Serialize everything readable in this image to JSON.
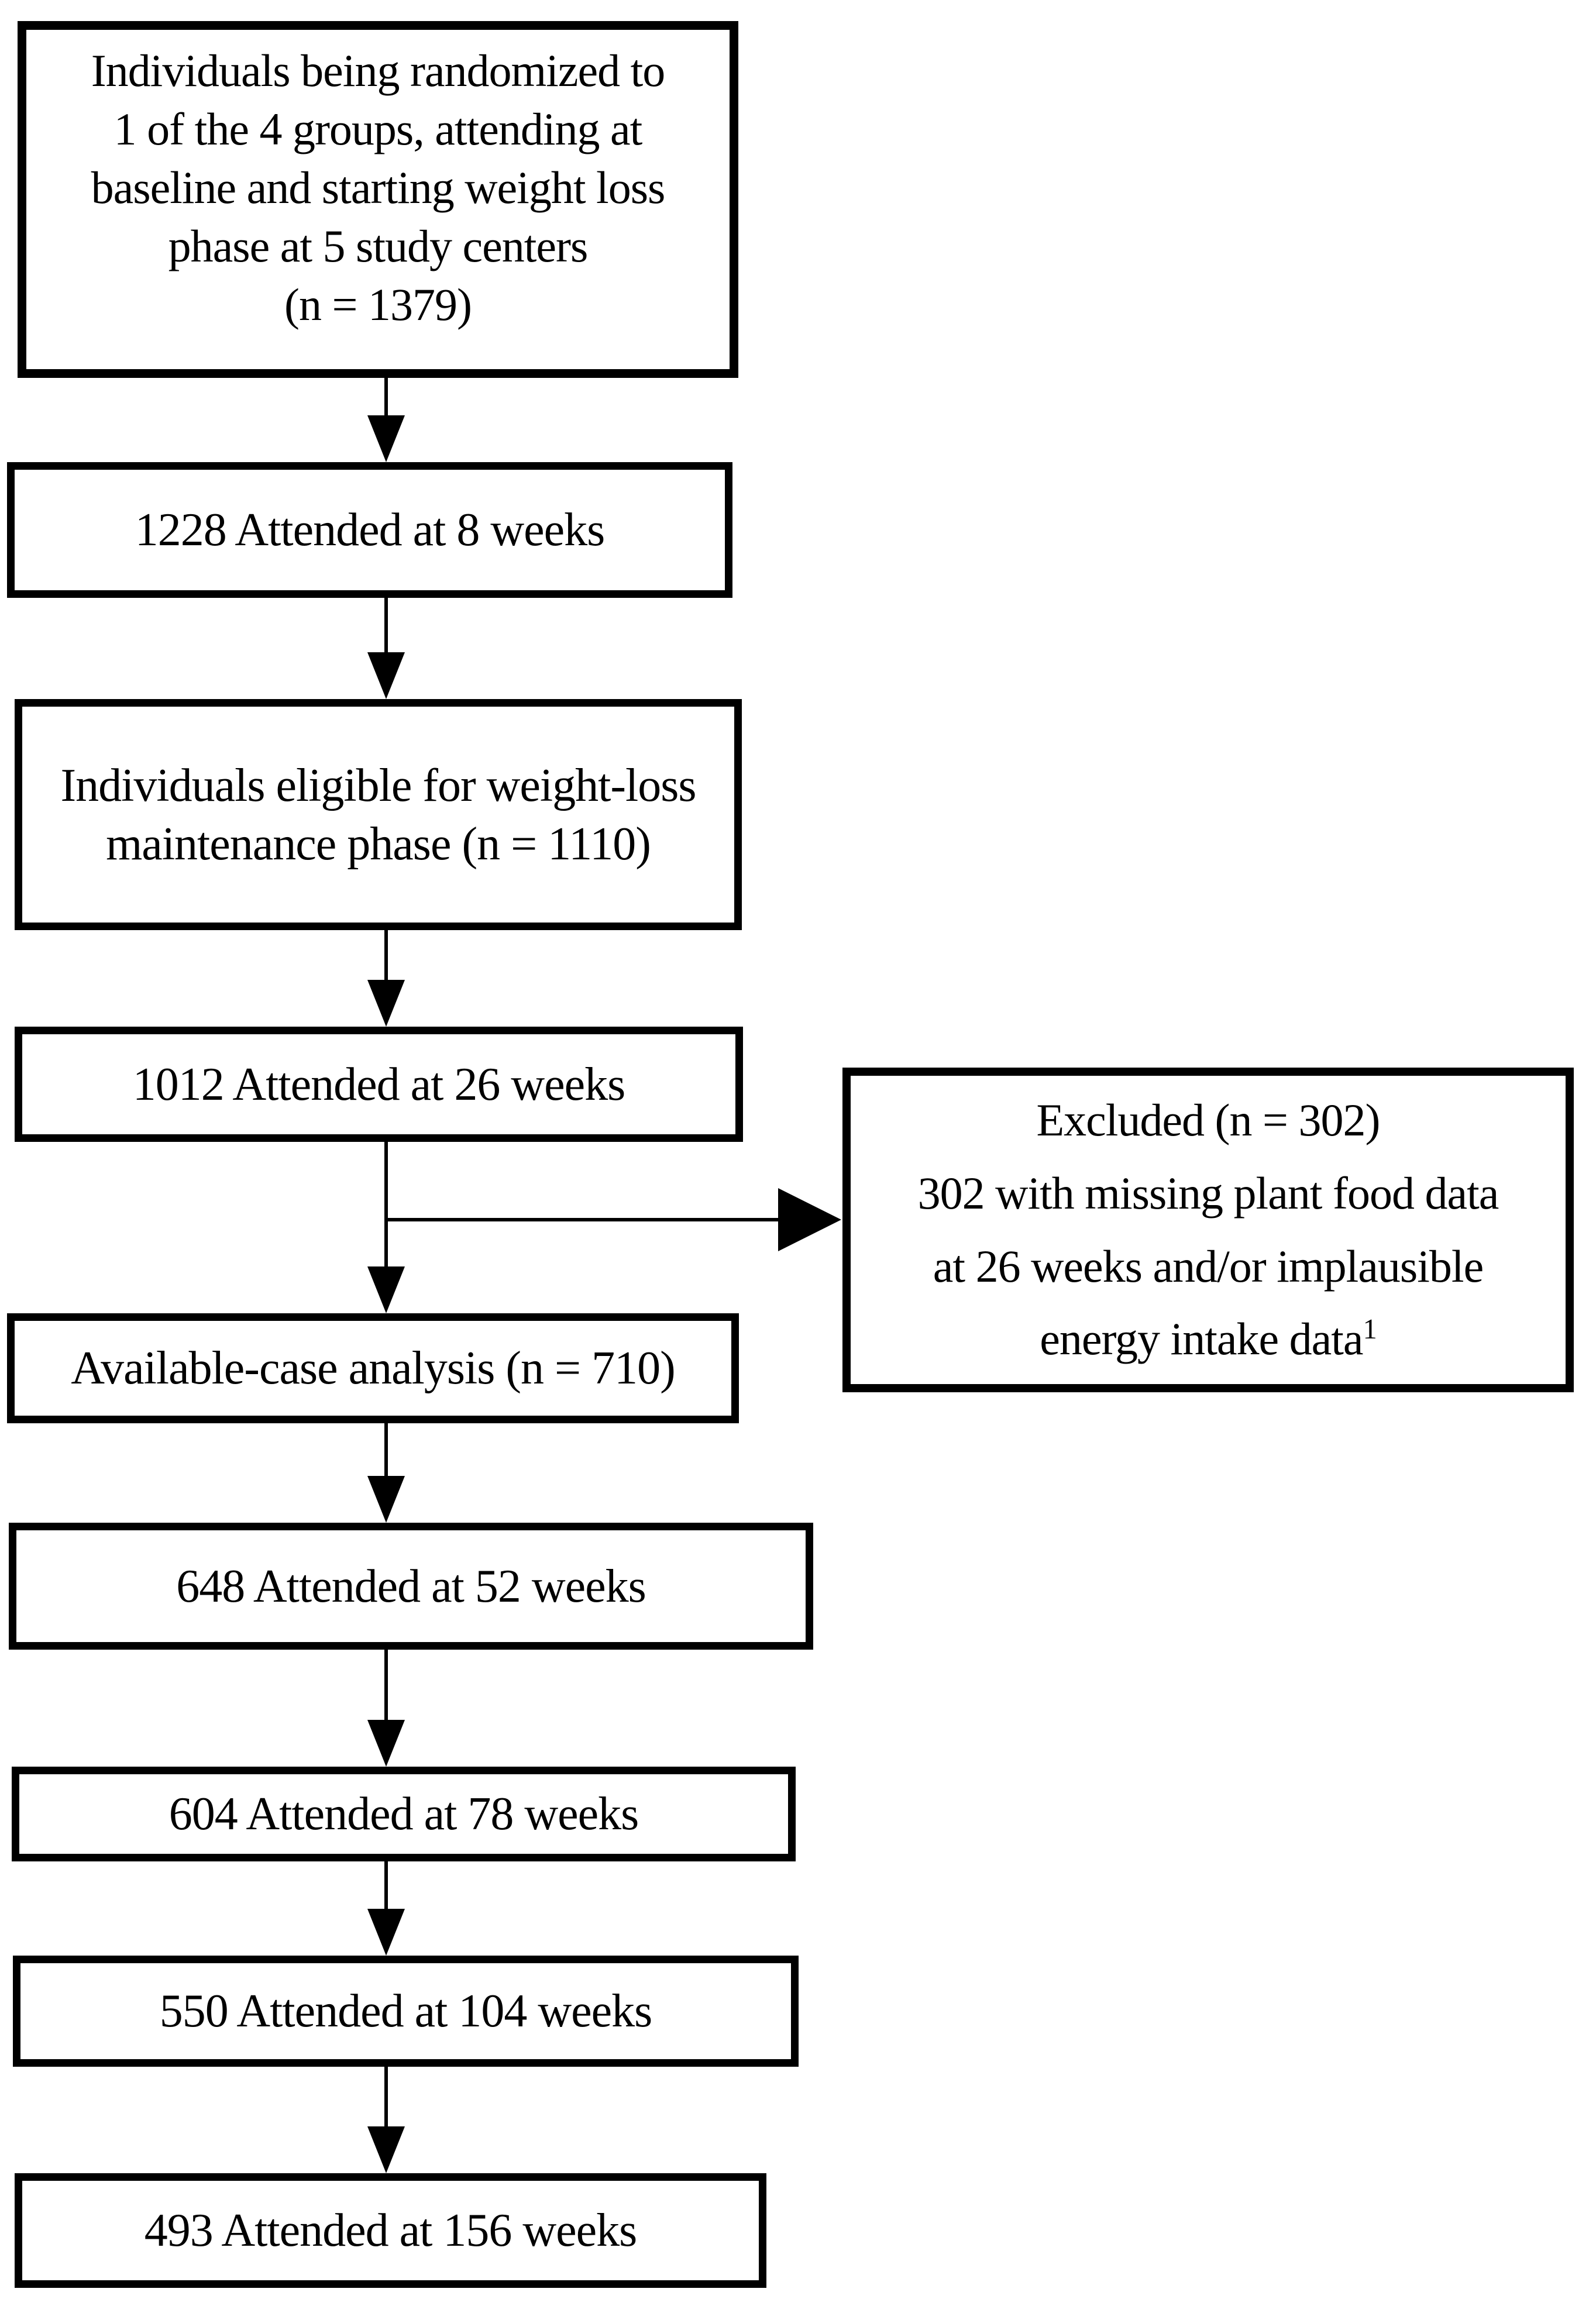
{
  "figure": {
    "type": "flowchart",
    "boxes": {
      "randomized": {
        "lines": [
          "Individuals being randomized to",
          "1 of the 4 groups, attending at",
          "baseline and starting weight loss",
          "phase at 5 study centers",
          "(n = 1379)"
        ]
      },
      "attended_8w": {
        "text": "1228 Attended at 8 weeks"
      },
      "eligible": {
        "lines": [
          "Individuals eligible for weight-loss",
          "maintenance phase (n = 1110)"
        ]
      },
      "attended_26w": {
        "text": "1012 Attended at 26 weeks"
      },
      "excluded": {
        "lines": [
          "Excluded (n = 302)",
          "302 with missing plant food data",
          "at 26 weeks and/or implausible"
        ],
        "last_line": "energy intake data",
        "superscript": "1"
      },
      "available_case": {
        "text": "Available-case analysis (n = 710)"
      },
      "attended_52w": {
        "text": "648 Attended at 52 weeks"
      },
      "attended_78w": {
        "text": "604 Attended at 78 weeks"
      },
      "attended_104w": {
        "text": "550 Attended at 104 weeks"
      },
      "attended_156w": {
        "text": "493 Attended at 156 weeks"
      }
    },
    "colors": {
      "line": "#000000",
      "background": "#ffffff",
      "text": "#000000"
    }
  }
}
